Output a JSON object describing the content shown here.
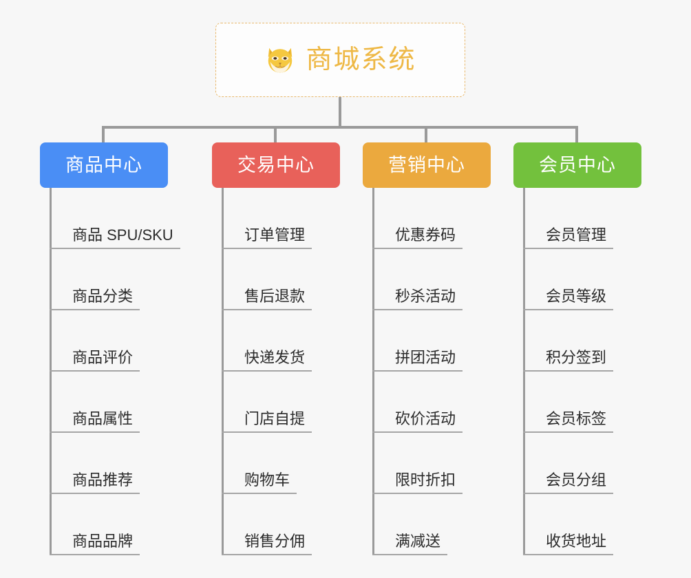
{
  "diagram": {
    "type": "org-tree",
    "background": "#f7f7f7",
    "root": {
      "title": "商城系统",
      "icon": "shiba-dog-face-icon",
      "border_color": "#e8b76a",
      "text_color": "#eeb845",
      "background": "#fdfdfd"
    },
    "line_color": "#9a9a9a",
    "categories": [
      {
        "label": "商品中心",
        "color": "#4a8ef5",
        "items": [
          "商品 SPU/SKU",
          "商品分类",
          "商品评价",
          "商品属性",
          "商品推荐",
          "商品品牌"
        ]
      },
      {
        "label": "交易中心",
        "color": "#e8615a",
        "items": [
          "订单管理",
          "售后退款",
          "快递发货",
          "门店自提",
          "购物车",
          "销售分佣"
        ]
      },
      {
        "label": "营销中心",
        "color": "#eba93e",
        "items": [
          "优惠券码",
          "秒杀活动",
          "拼团活动",
          "砍价活动",
          "限时折扣",
          "满减送"
        ]
      },
      {
        "label": "会员中心",
        "color": "#73c13d",
        "items": [
          "会员管理",
          "会员等级",
          "积分签到",
          "会员标签",
          "会员分组",
          "收货地址"
        ]
      }
    ]
  }
}
